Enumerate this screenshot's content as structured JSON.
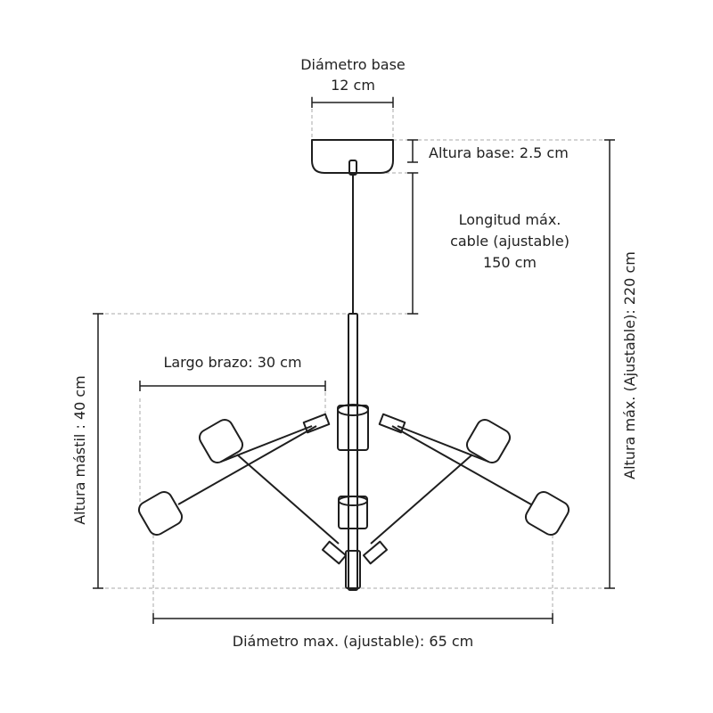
{
  "labels": {
    "base_diameter_title": "Diámetro base",
    "base_diameter_value": "12 cm",
    "base_height": "Altura base: 2.5 cm",
    "cable_line1": "Longitud máx.",
    "cable_line2": "cable (ajustable)",
    "cable_line3": "150 cm",
    "arm_length": "Largo brazo: 30 cm",
    "mast_height": "Altura mástil : 40 cm",
    "max_height": "Altura máx. (Ajustable): 220 cm",
    "max_diameter": "Diámetro max. (ajustable): 65 cm"
  }
}
